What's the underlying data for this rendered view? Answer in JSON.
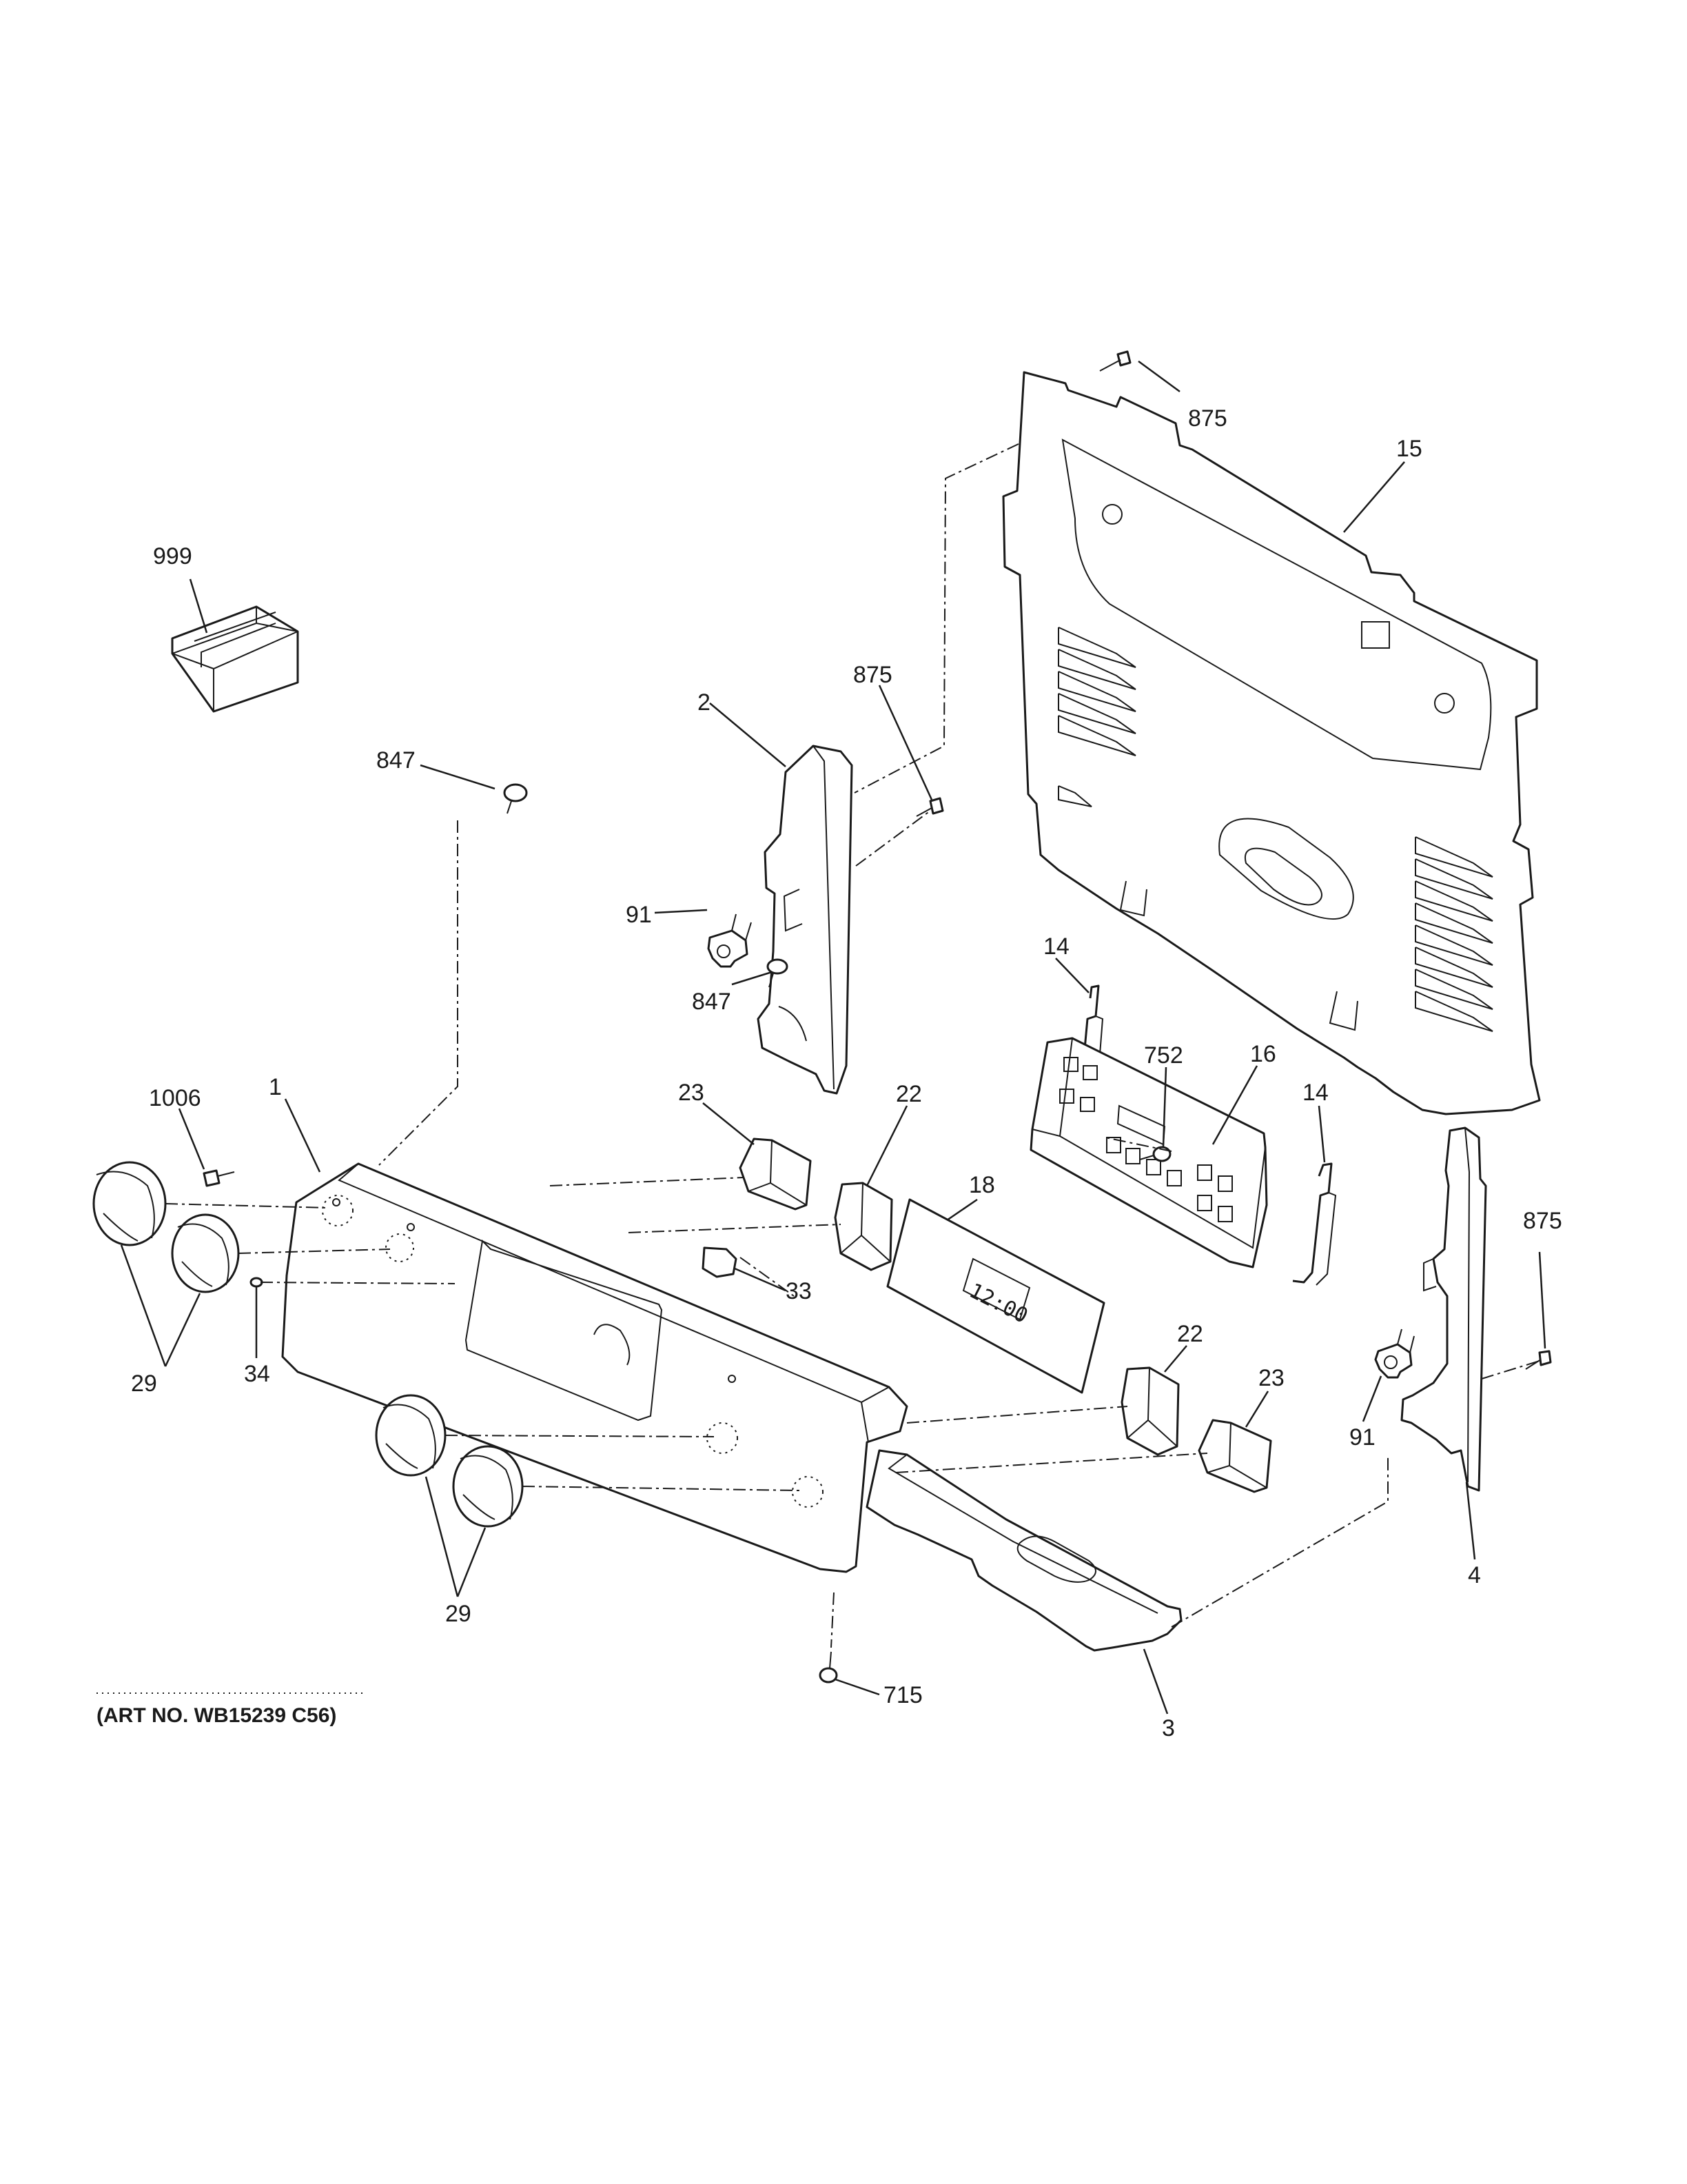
{
  "diagram": {
    "art_number": "(ART NO. WB15239 C56)",
    "display_time": "12:00",
    "callouts": [
      {
        "id": "c999",
        "text": "999"
      },
      {
        "id": "c847a",
        "text": "847"
      },
      {
        "id": "c2",
        "text": "2"
      },
      {
        "id": "c875a",
        "text": "875"
      },
      {
        "id": "c875b",
        "text": "875"
      },
      {
        "id": "c15",
        "text": "15"
      },
      {
        "id": "c91a",
        "text": "91"
      },
      {
        "id": "c847b",
        "text": "847"
      },
      {
        "id": "c1",
        "text": "1"
      },
      {
        "id": "c1006",
        "text": "1006"
      },
      {
        "id": "c23a",
        "text": "23"
      },
      {
        "id": "c22a",
        "text": "22"
      },
      {
        "id": "c14a",
        "text": "14"
      },
      {
        "id": "c752",
        "text": "752"
      },
      {
        "id": "c16",
        "text": "16"
      },
      {
        "id": "c14b",
        "text": "14"
      },
      {
        "id": "c18",
        "text": "18"
      },
      {
        "id": "c33",
        "text": "33"
      },
      {
        "id": "c29a",
        "text": "29"
      },
      {
        "id": "c34",
        "text": "34"
      },
      {
        "id": "c875c",
        "text": "875"
      },
      {
        "id": "c22b",
        "text": "22"
      },
      {
        "id": "c23b",
        "text": "23"
      },
      {
        "id": "c91b",
        "text": "91"
      },
      {
        "id": "c4",
        "text": "4"
      },
      {
        "id": "c29b",
        "text": "29"
      },
      {
        "id": "c715",
        "text": "715"
      },
      {
        "id": "c3",
        "text": "3"
      }
    ]
  }
}
